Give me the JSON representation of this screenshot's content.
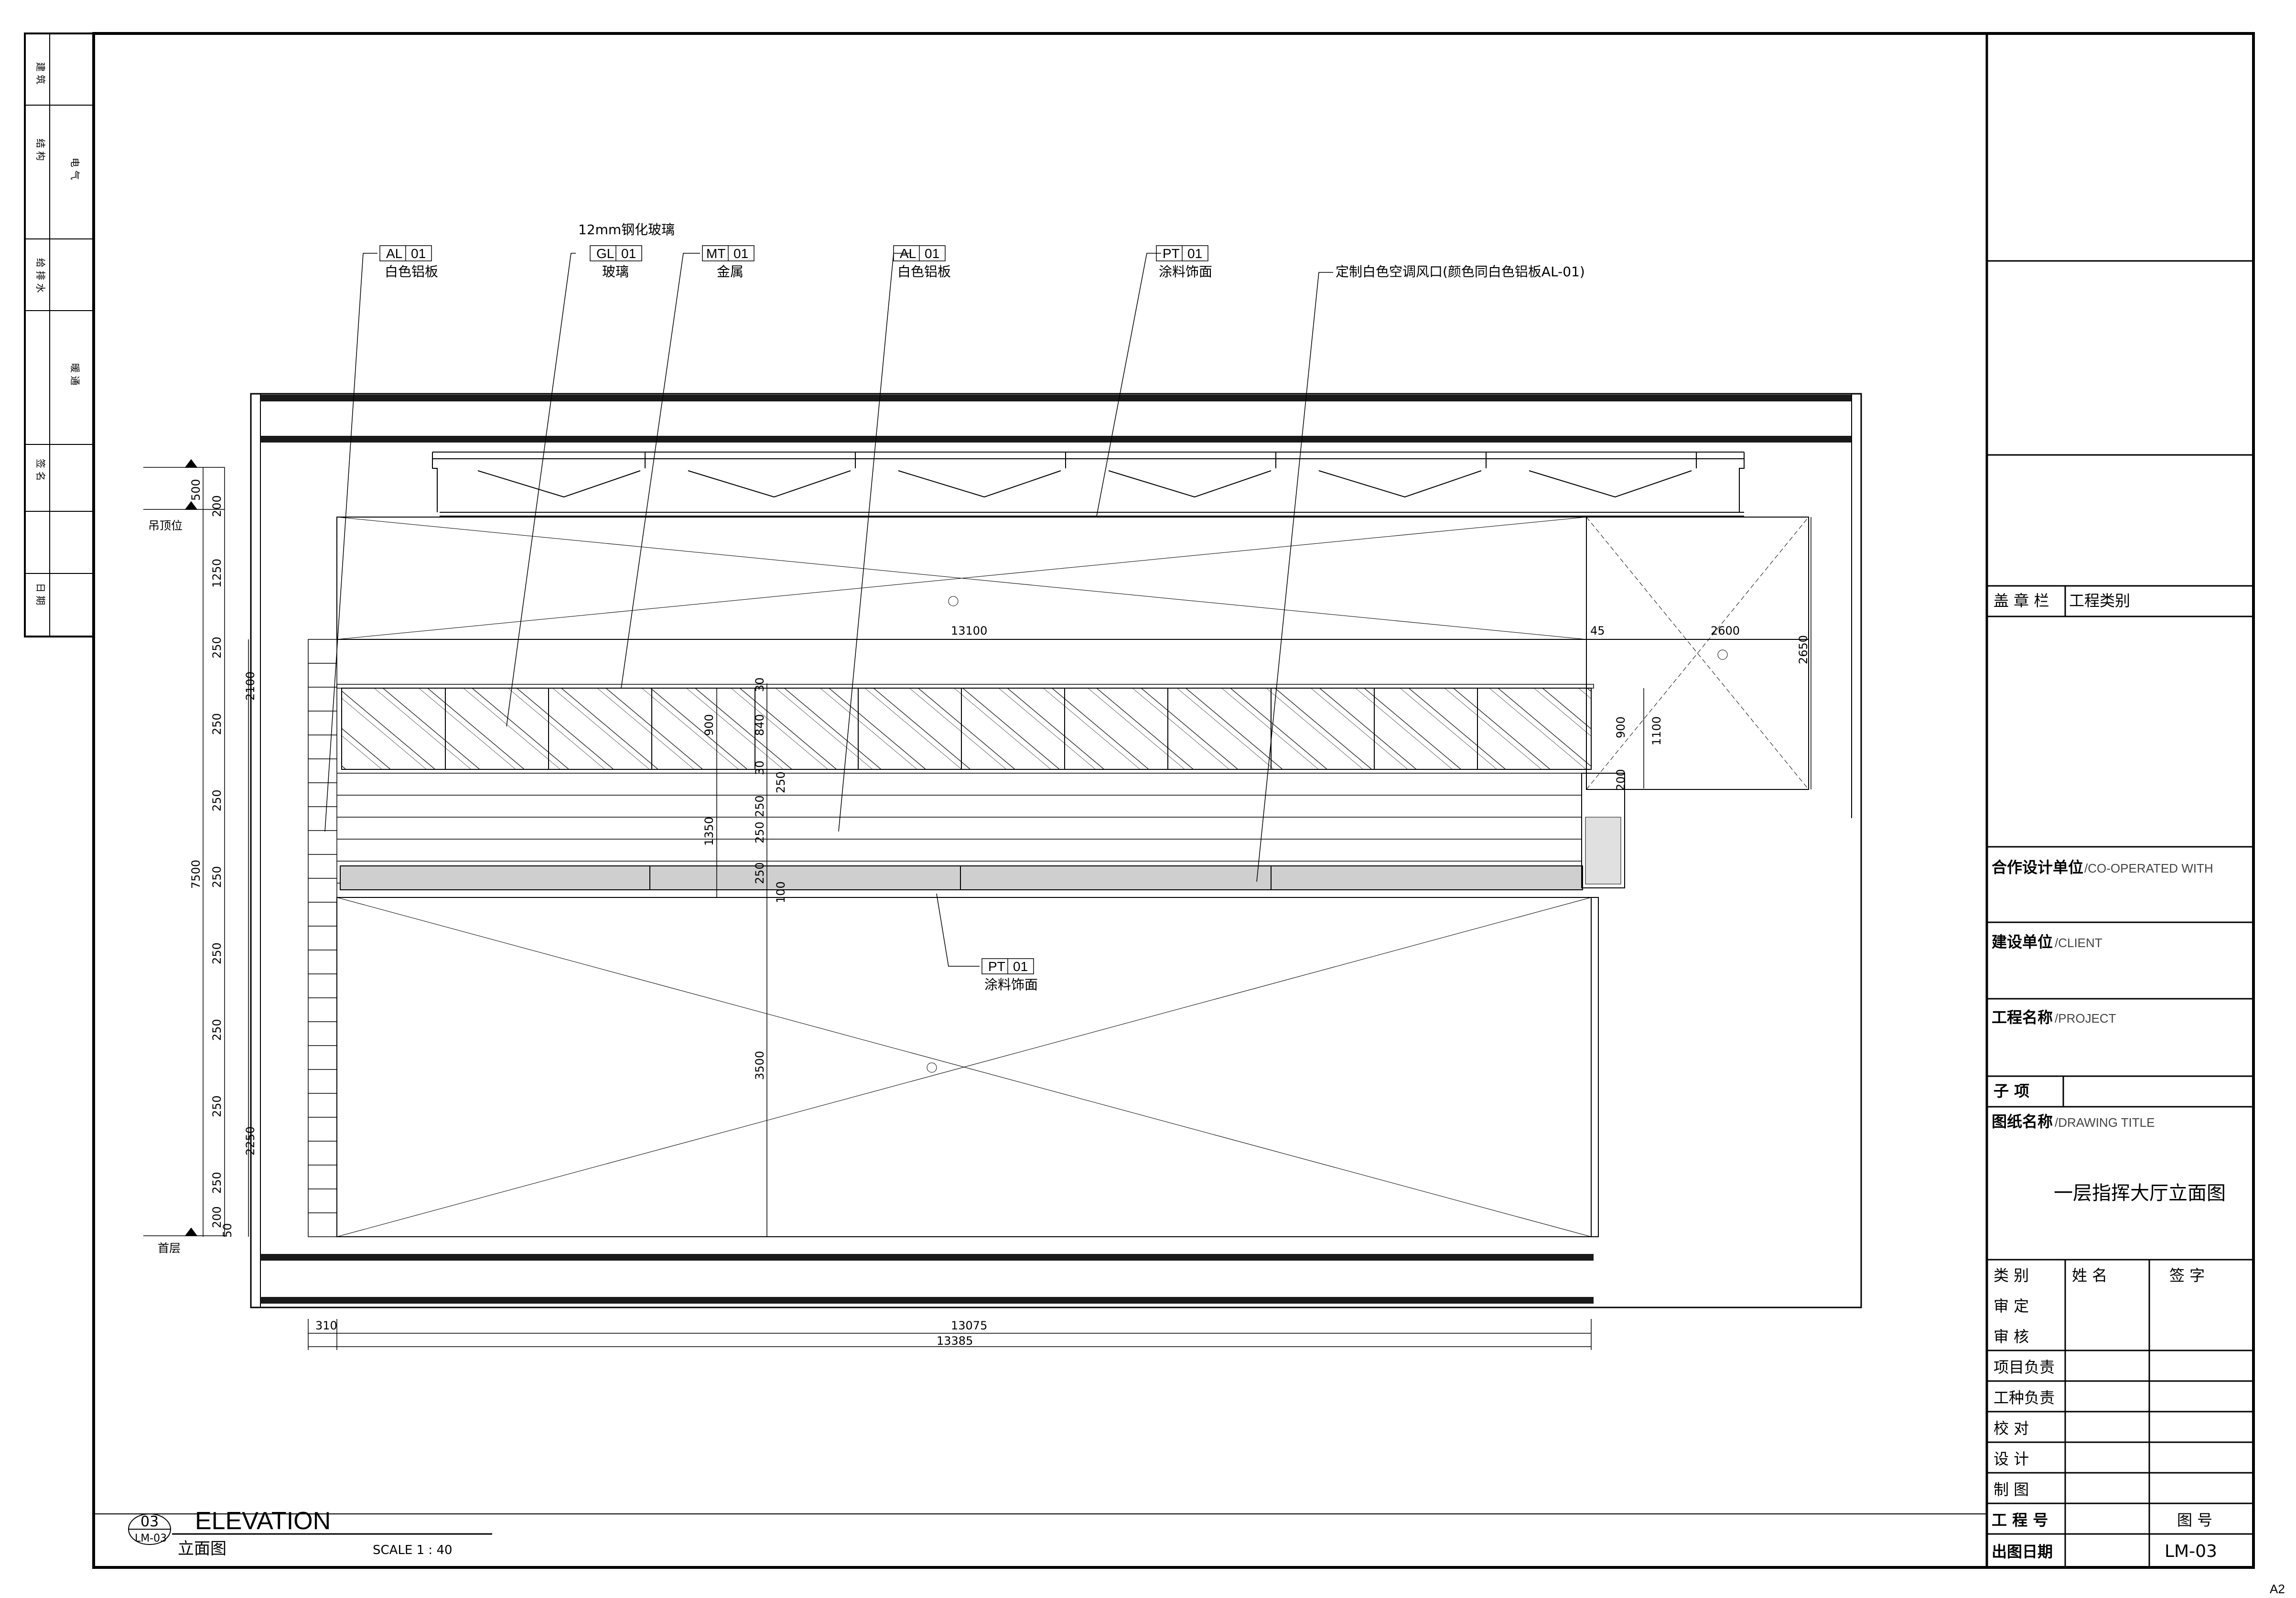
{
  "drawing": {
    "number": "03",
    "sheet_ref": "LM-03",
    "title_en": "ELEVATION",
    "title_cn": "立面图",
    "scale": "SCALE 1 : 40",
    "paper_size": "A2"
  },
  "callouts": [
    {
      "tag": "AL",
      "num": "01",
      "text": "白色铝板",
      "heading": ""
    },
    {
      "tag": "GL",
      "num": "01",
      "text": "玻璃",
      "heading": "12mm钢化玻璃"
    },
    {
      "tag": "MT",
      "num": "01",
      "text": "金属",
      "heading": ""
    },
    {
      "tag": "AL",
      "num": "01",
      "text": "白色铝板",
      "heading": ""
    },
    {
      "tag": "PT",
      "num": "01",
      "text": "涂料饰面",
      "heading": ""
    },
    {
      "tag": "",
      "num": "",
      "text": "定制白色空调风口(颜色同白色铝板AL-01)",
      "heading": ""
    },
    {
      "tag": "PT",
      "num": "01",
      "text": "涂料饰面",
      "heading": ""
    }
  ],
  "levels": {
    "ceiling_label": "吊顶位",
    "floor_label": "首层"
  },
  "dimensions": {
    "top_500": "500",
    "top_200": "200",
    "d1250": "1250",
    "d2100": "2100",
    "d7500": "7500",
    "d2250": "2250",
    "d50": "50",
    "d200b": "200",
    "d250": "250",
    "d13100": "13100",
    "d45": "45",
    "d2600": "2600",
    "d2650": "2650",
    "d900": "900",
    "d840": "840",
    "d30": "30",
    "d1350": "1350",
    "d100": "100",
    "d3500": "3500",
    "d1100": "1100",
    "d310": "310",
    "d13075": "13075",
    "d13385": "13385"
  },
  "title_block": {
    "seal_label": "盖 章 栏",
    "project_type_label": "工程类别",
    "co_design_label": "合作设计单位",
    "co_design_en": "/CO-OPERATED WITH",
    "client_label": "建设单位",
    "client_en": "/CLIENT",
    "project_label": "工程名称",
    "project_en": "/PROJECT",
    "sub_item_label": "子    项",
    "drawing_name_label": "图纸名称",
    "drawing_name_en": "/DRAWING TITLE",
    "drawing_name": "一层指挥大厅立面图",
    "col_category": "类    别",
    "col_name": "姓    名",
    "col_sign": "签    字",
    "roles": [
      "审    定",
      "审    核",
      "项目负责",
      "工种负责",
      "校    对",
      "设    计",
      "制    图"
    ],
    "project_no_label": "工 程 号",
    "drawing_no_label": "图    号",
    "drawing_no": "LM-03",
    "date_label": "出图日期"
  },
  "left_strip": [
    "建 筑",
    "结 构",
    "给 排 水",
    "电 气",
    "暖 通",
    "签 名",
    "日 期"
  ]
}
